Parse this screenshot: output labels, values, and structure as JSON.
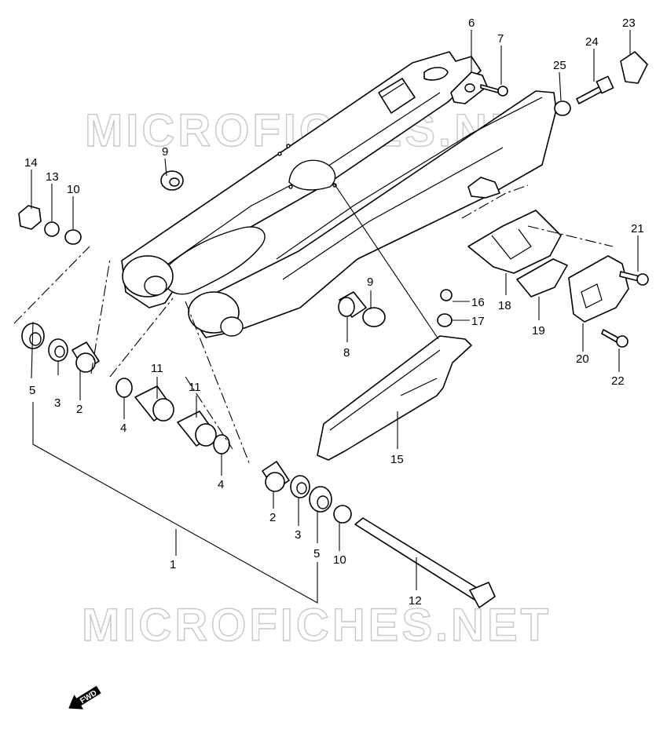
{
  "watermarks": [
    "MICROFICHES.NET",
    "MICROFICHES.NET"
  ],
  "fwd_label": "FWD",
  "callouts": {
    "p1": "1",
    "p2a": "2",
    "p2b": "2",
    "p3a": "3",
    "p3b": "3",
    "p4a": "4",
    "p4b": "4",
    "p5a": "5",
    "p5b": "5",
    "p6": "6",
    "p7": "7",
    "p8": "8",
    "p9a": "9",
    "p9b": "9",
    "p10a": "10",
    "p10b": "10",
    "p11a": "11",
    "p11b": "11",
    "p12": "12",
    "p13": "13",
    "p14": "14",
    "p15": "15",
    "p16": "16",
    "p17": "17",
    "p18": "18",
    "p19": "19",
    "p20": "20",
    "p21": "21",
    "p22": "22",
    "p23": "23",
    "p24": "24",
    "p25": "25"
  }
}
